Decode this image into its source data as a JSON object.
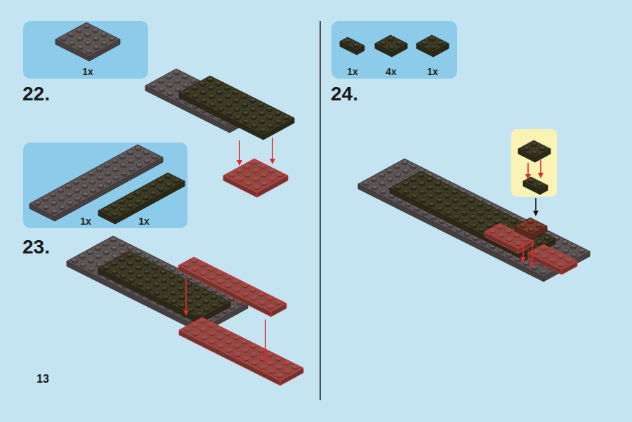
{
  "diagram": {
    "nodes": [
      {
        "text": [
          "1x"
        ]
      },
      {
        "text": [
          "1x",
          "1x"
        ]
      },
      {
        "text": [
          "1x",
          "4x",
          "1x"
        ]
      }
    ],
    "labels": [
      "22.",
      "23.",
      "13",
      "24."
    ]
  }
}
